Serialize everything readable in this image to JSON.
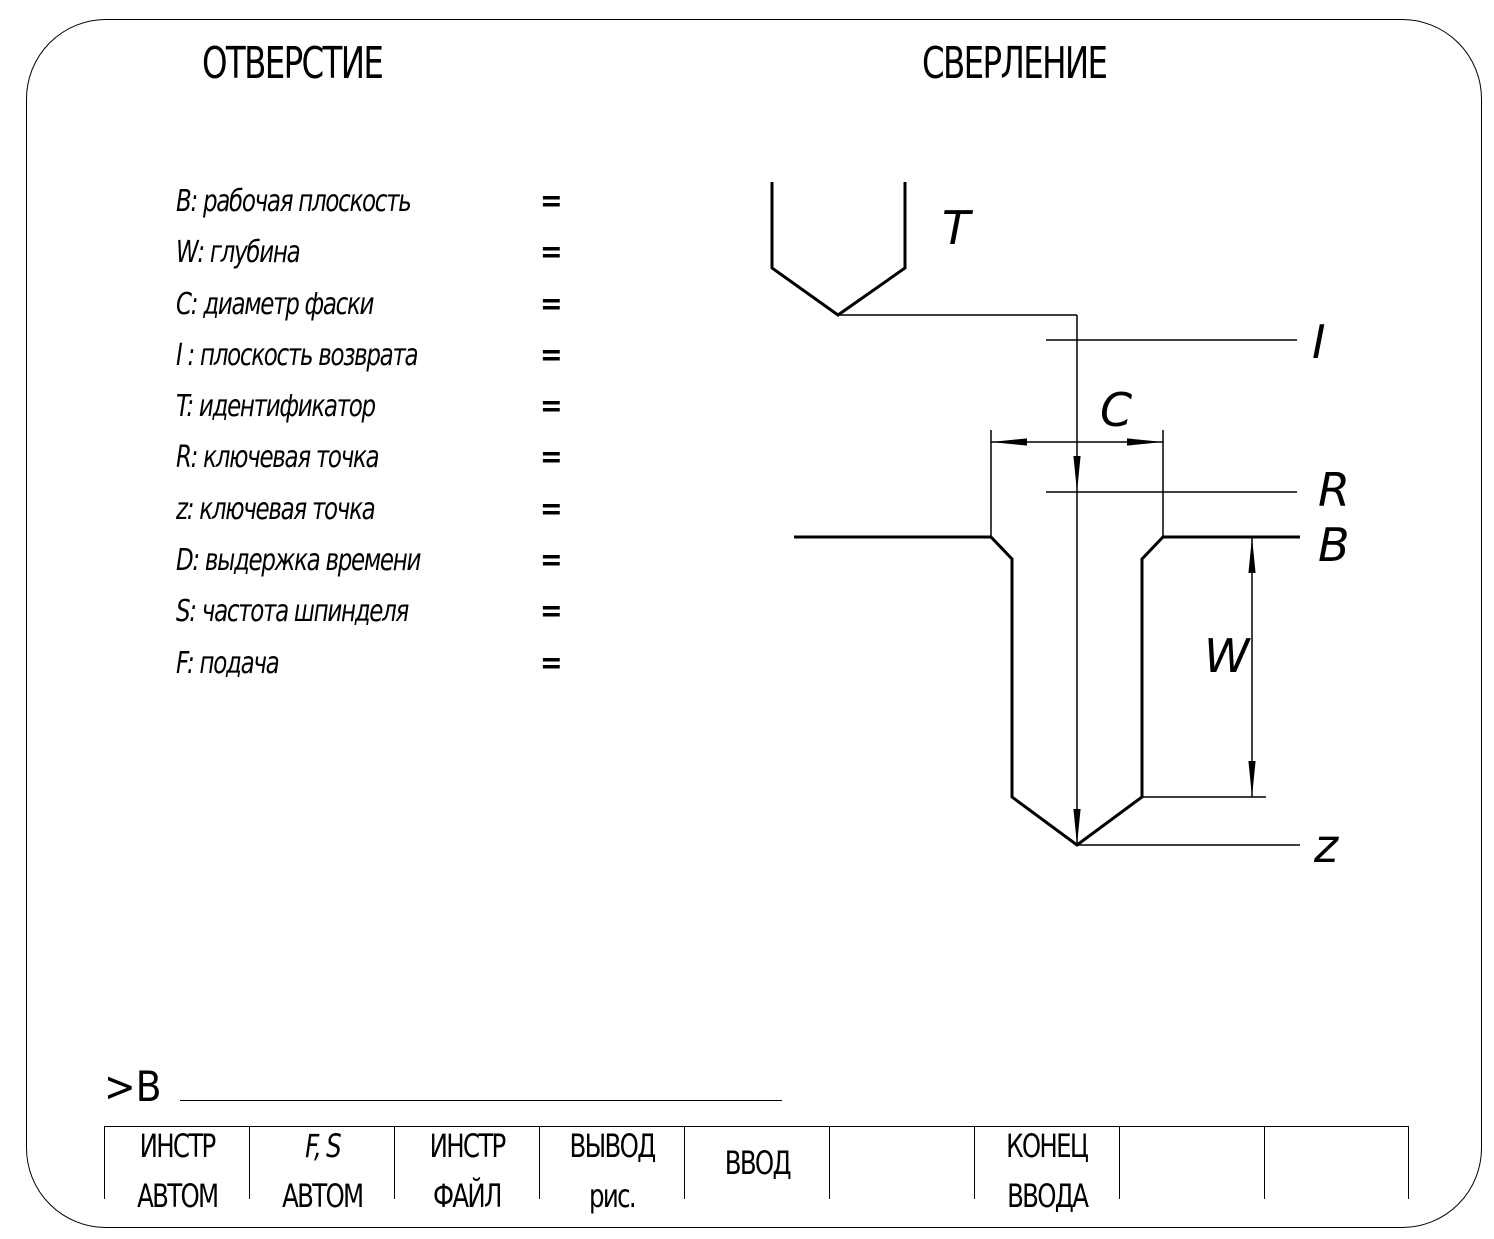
{
  "header": {
    "left_title": "ОТВЕРСТИЕ",
    "right_title": "СВЕРЛЕНИЕ"
  },
  "params": [
    {
      "code": "B:",
      "label": "рабочая плоскость",
      "value": "="
    },
    {
      "code": "W:",
      "label": "глубина",
      "value": "="
    },
    {
      "code": "C:",
      "label": "диаметр фаски",
      "value": "="
    },
    {
      "code": "I :",
      "label": "плоскость возврата",
      "value": "="
    },
    {
      "code": "T:",
      "label": "идентификатор",
      "value": "="
    },
    {
      "code": "R:",
      "label": "ключевая точка",
      "value": "="
    },
    {
      "code": "z:",
      "label": "ключевая точка",
      "value": "="
    },
    {
      "code": "D:",
      "label": "выдержка времени",
      "value": "="
    },
    {
      "code": "S:",
      "label": "частота шпинделя",
      "value": "="
    },
    {
      "code": "F:",
      "label": "подача",
      "value": "="
    }
  ],
  "diagram": {
    "labels": {
      "T": "T",
      "I": "I",
      "C": "C",
      "R": "R",
      "B": "B",
      "W": "W",
      "z": "z"
    }
  },
  "prompt": {
    "text": ">B",
    "input_value": ""
  },
  "softkeys": [
    {
      "line1": "ИНСТР",
      "line2": "АВТОМ"
    },
    {
      "line1": "F, S",
      "line2": "АВТОМ"
    },
    {
      "line1": "ИНСТР",
      "line2": "ФАЙЛ"
    },
    {
      "line1": "ВЫВОД",
      "line2": "рис."
    },
    {
      "line1": "ВВОД",
      "line2": ""
    },
    {
      "line1": "",
      "line2": ""
    },
    {
      "line1": "КОНЕЦ",
      "line2": "ВВОДА"
    },
    {
      "line1": "",
      "line2": ""
    },
    {
      "line1": "",
      "line2": ""
    }
  ]
}
